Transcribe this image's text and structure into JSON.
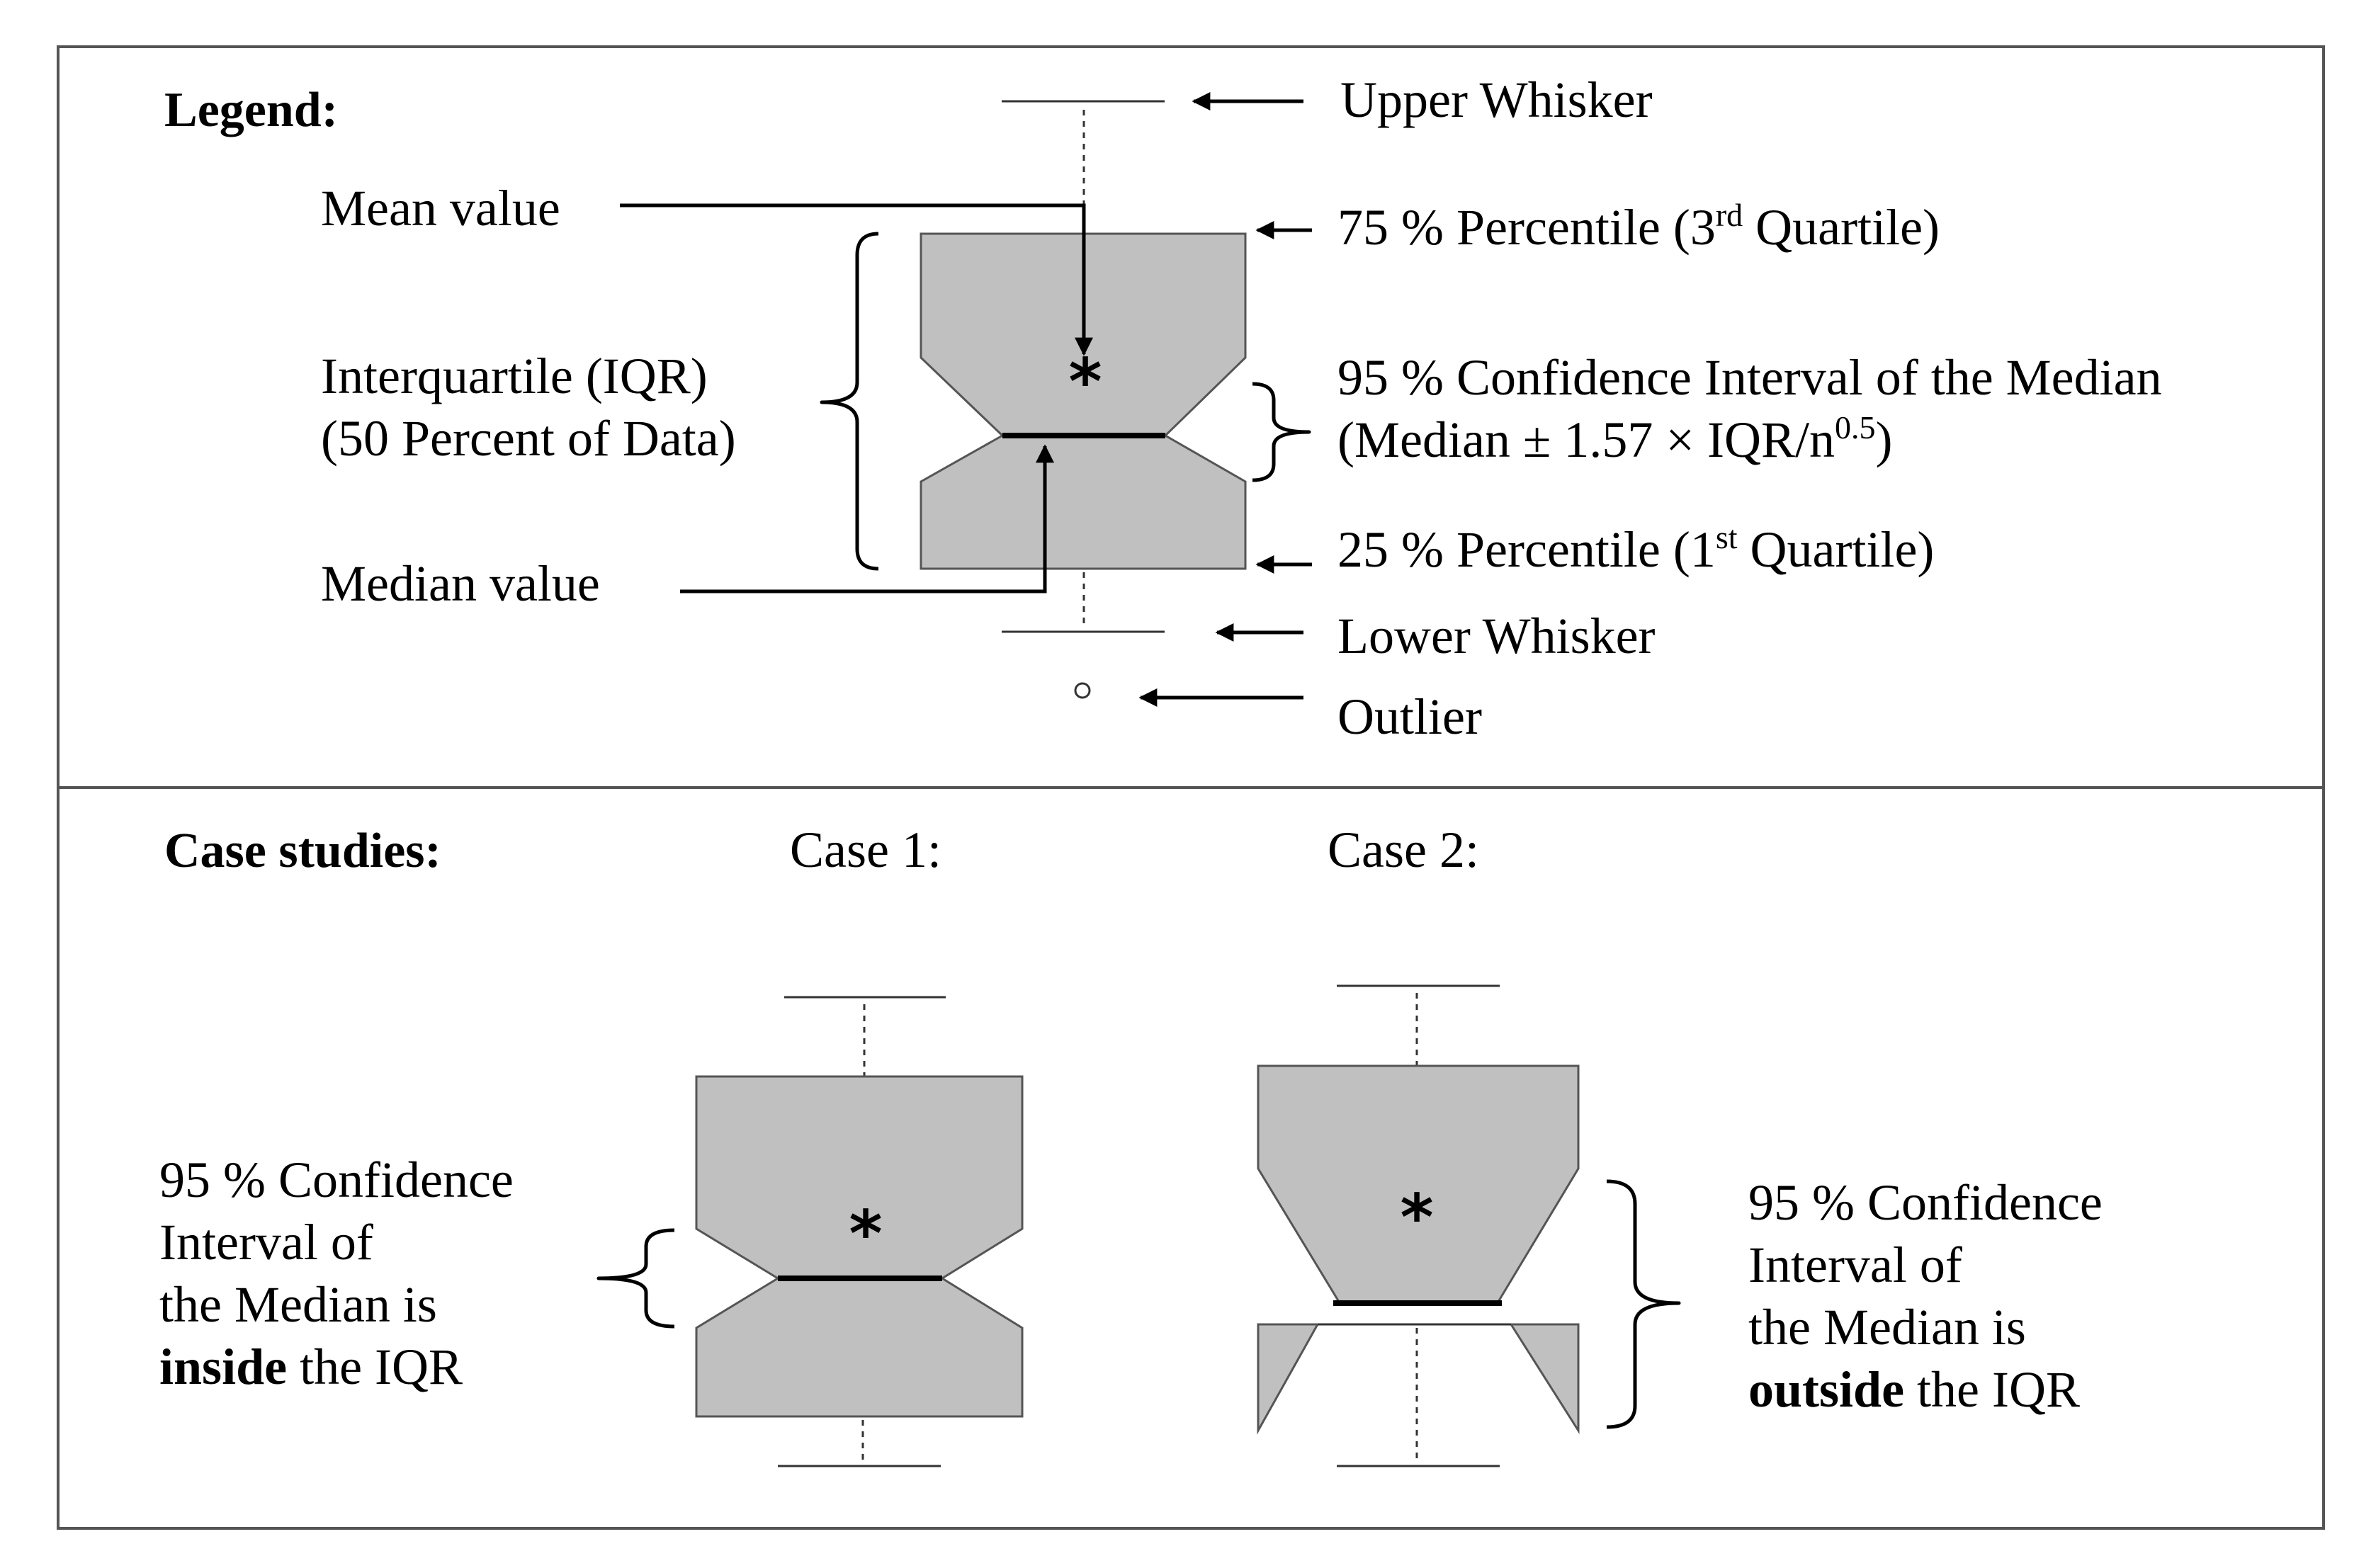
{
  "legend": {
    "heading": "Legend:",
    "upper_whisker": "Upper Whisker",
    "mean_value": "Mean value",
    "q3_prefix": "75 % Percentile (3",
    "q3_sup": "rd",
    "q3_suffix": " Quartile)",
    "ci_line1": "95 % Confidence Interval of the Median",
    "ci_line2_prefix": "(Median ± 1.57 × IQR/n",
    "ci_line2_sup": "0.5",
    "ci_line2_suffix": ")",
    "iqr_line1": "Interquartile  (IQR)",
    "iqr_line2": "(50 Percent of Data)",
    "q1_prefix": "25 % Percentile (1",
    "q1_sup": "st",
    "q1_suffix": " Quartile)",
    "median_value": "Median value",
    "lower_whisker": "Lower Whisker",
    "outlier": "Outlier",
    "mean_symbol": "*"
  },
  "cases": {
    "heading": "Case studies:",
    "case1": {
      "title": "Case 1:",
      "line1": "95 % Confidence",
      "line2": "Interval of",
      "line3": "the Median is",
      "bold_word": "inside",
      "rest": " the IQR",
      "mean_symbol": "*"
    },
    "case2": {
      "title": "Case 2:",
      "line1": "95 % Confidence",
      "line2": "Interval of",
      "line3": "the Median is",
      "bold_word": "outside",
      "rest": " the IQR",
      "mean_symbol": "*"
    }
  },
  "colors": {
    "box_fill": "#c0c0c0",
    "line": "#000000",
    "frame": "#555555"
  }
}
